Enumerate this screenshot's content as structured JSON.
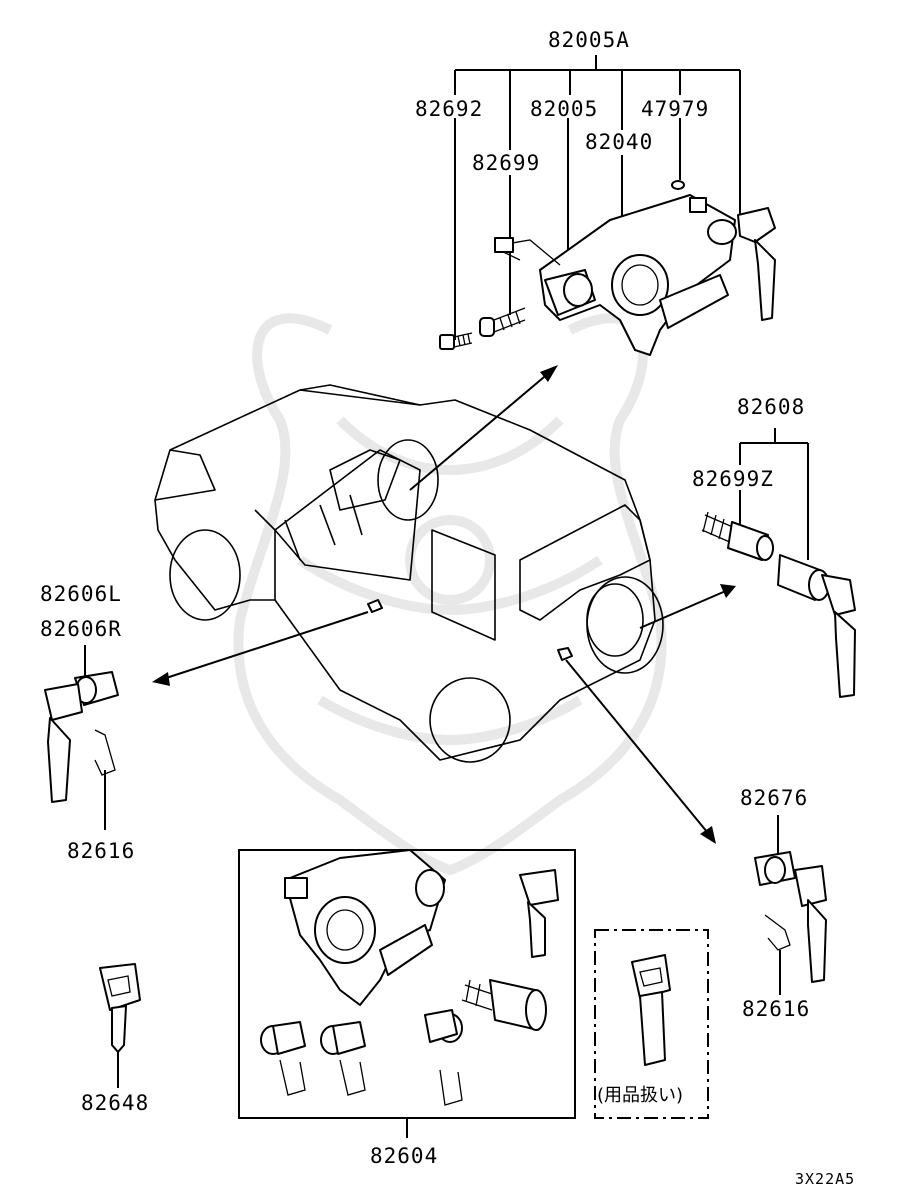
{
  "labels": {
    "p82005A": "82005A",
    "p82692": "82692",
    "p82005": "82005",
    "p47979": "47979",
    "p82699": "82699",
    "p82040": "82040",
    "p82608": "82608",
    "p82699Z": "82699Z",
    "p82606L": "82606L",
    "p82606R": "82606R",
    "p82616_left": "82616",
    "p82676": "82676",
    "p82616_right": "82616",
    "p82648": "82648",
    "p82604": "82604",
    "note_accessory": "(用品扱い)",
    "diagram_code": "3X22A5"
  }
}
